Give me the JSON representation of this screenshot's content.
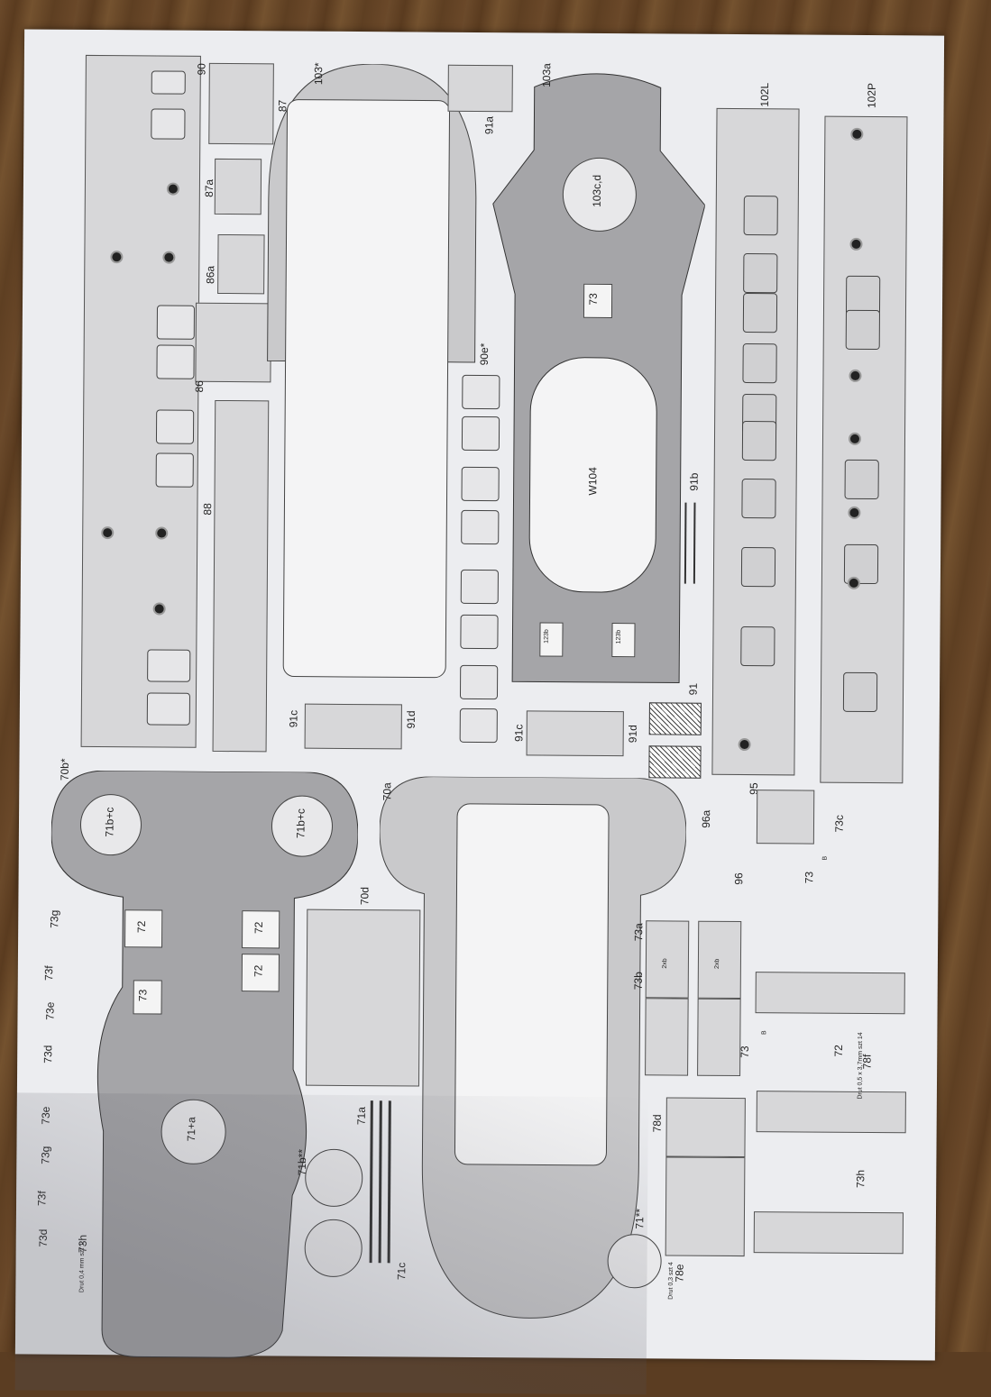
{
  "labels": {
    "p90": "90",
    "p87": "87",
    "p87a": "87a",
    "p86a": "86a",
    "p86": "86",
    "p88": "88",
    "p103s": "103*",
    "p103a": "103a",
    "p91a": "91a",
    "p103cd": "103c,d",
    "p73": "73",
    "pW104": "W104",
    "p123b": "123b",
    "p90e": "90e*",
    "p91b": "91b",
    "p102L": "102L",
    "p102P": "102P",
    "p91c": "91c",
    "p91d": "91d",
    "p91": "91",
    "p70bs": "70b*",
    "p71bc": "71b+c",
    "p72": "72",
    "p73g": "73g",
    "p73f": "73f",
    "p73e": "73e",
    "p73d": "73d",
    "p73h": "73h",
    "p71a_plus": "71+a",
    "p70a": "70a",
    "p70d": "70d",
    "p71a": "71a",
    "p71c": "71c",
    "p71bss": "71b**",
    "p71ss": "71**",
    "p78d": "78d",
    "p78e": "78e",
    "p96a": "96a",
    "p96": "96",
    "p95": "95",
    "p73c": "73c",
    "p73a": "73a",
    "p73b": "73b",
    "p72b": "72",
    "p78f": "78f",
    "p2xb": "2xb",
    "pB": "B",
    "drut04": "Drut 0,4 mm szt 1",
    "drut05": "Drut 0,5 x 3,7mm szt 14",
    "drut03": "Drut 0,3 szt 4"
  },
  "colors": {
    "paper": "#ecedf0",
    "panel": "#d7d7d9",
    "deck": "#a5a5a8",
    "wood": "#6b4a2b"
  }
}
